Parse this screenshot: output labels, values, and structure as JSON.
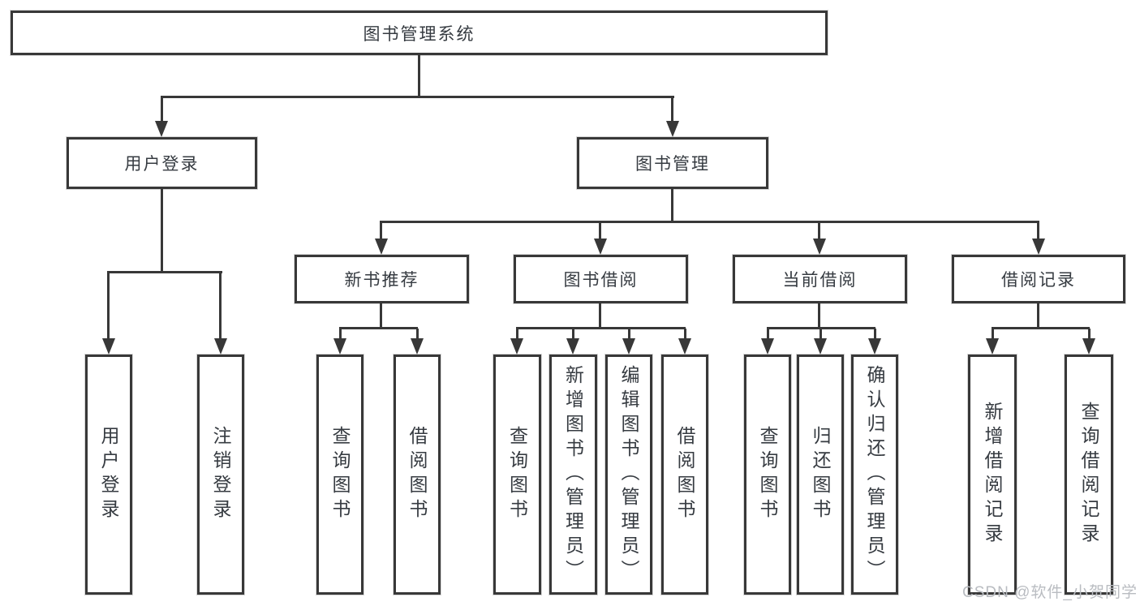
{
  "diagram": {
    "structure": {
      "root": "图书管理系统",
      "children": [
        {
          "label": "用户登录",
          "children": [
            "用户登录",
            "注销登录"
          ]
        },
        {
          "label": "图书管理",
          "children": [
            {
              "label": "新书推荐",
              "children": [
                "查询图书",
                "借阅图书"
              ]
            },
            {
              "label": "图书借阅",
              "children": [
                "查询图书",
                "新增图书（管理员）",
                "编辑图书（管理员）",
                "借阅图书"
              ]
            },
            {
              "label": "当前借阅",
              "children": [
                "查询图书",
                "归还图书",
                "确认归还（管理员）"
              ]
            },
            {
              "label": "借阅记录",
              "children": [
                "新增借阅记录",
                "查询借阅记录"
              ]
            }
          ]
        }
      ]
    },
    "watermark": "CSDN @软件_小贺同学",
    "colors": {
      "line": "#383838",
      "box_border": "#383838",
      "box_fill": "#ffffff",
      "text": "#363b41",
      "watermark": "#b9bcc1",
      "background": "#ffffff"
    }
  }
}
